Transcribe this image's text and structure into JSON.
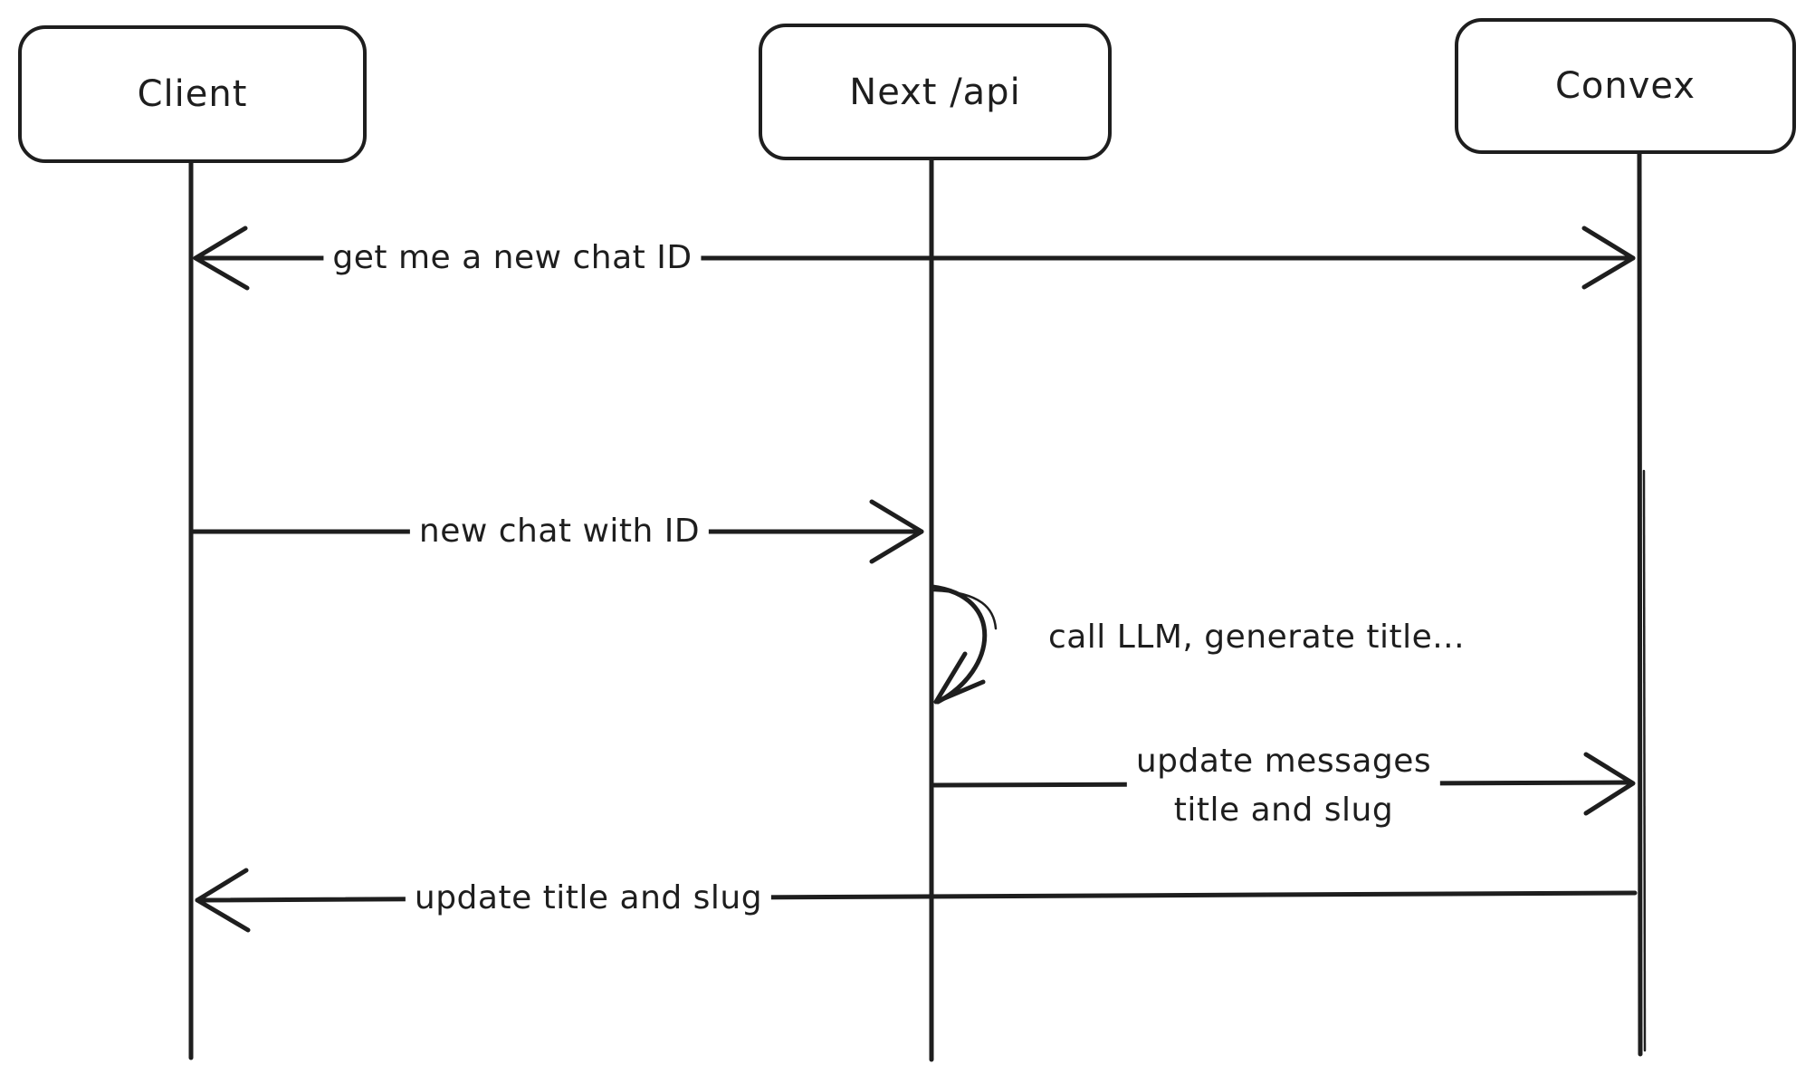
{
  "diagram": {
    "type": "sequence-diagram",
    "style": "hand-drawn",
    "colors": {
      "stroke": "#1e1e1e",
      "background": "#ffffff"
    },
    "actors": [
      {
        "label": "Client"
      },
      {
        "label": "Next /api"
      },
      {
        "label": "Convex"
      }
    ],
    "messages": [
      {
        "label": "get me a new chat ID",
        "from": "Client",
        "to": "Convex",
        "arrow": "double-headed"
      },
      {
        "label": "new chat with ID",
        "from": "Client",
        "to": "Next /api",
        "arrow": "right"
      },
      {
        "label": "call LLM, generate title...",
        "from": "Next /api",
        "to": "Next /api",
        "arrow": "self-loop"
      },
      {
        "label_line1": "update messages",
        "label_line2": "title and slug",
        "from": "Next /api",
        "to": "Convex",
        "arrow": "right"
      },
      {
        "label": "update title and slug",
        "from": "Convex",
        "to": "Client",
        "arrow": "left"
      }
    ]
  }
}
